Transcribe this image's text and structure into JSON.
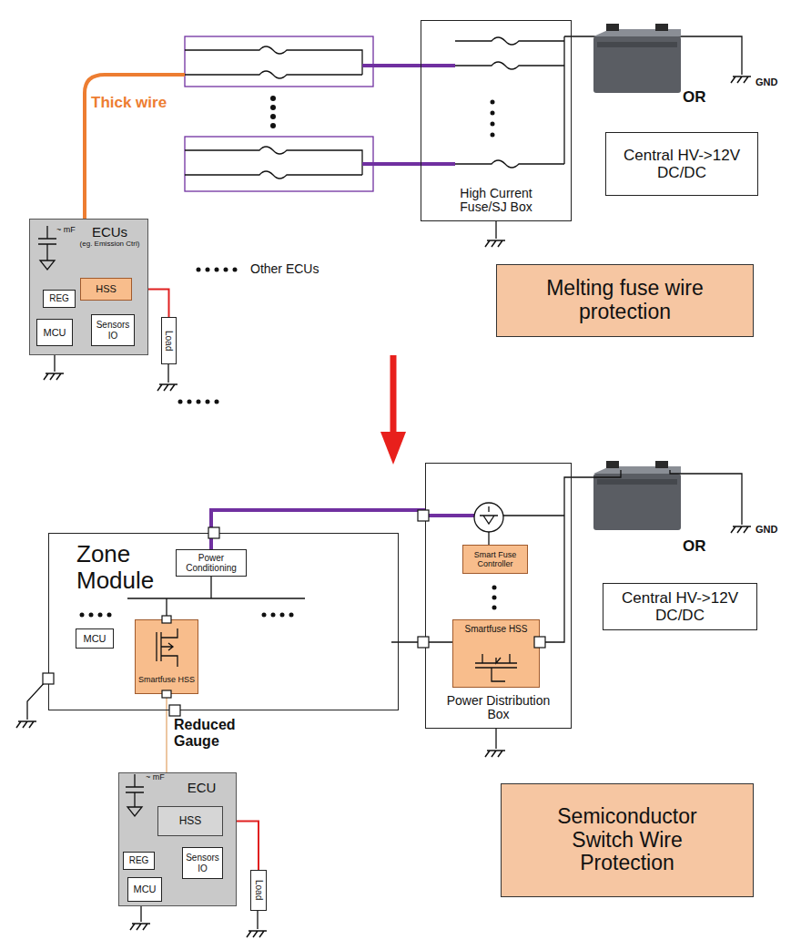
{
  "diagram": {
    "nodes": [
      {
        "text": [
          "High Current Fuse/SJ Box"
        ]
      },
      {
        "text": [
          "Central HV->12V DC/DC"
        ]
      },
      {
        "text": [
          "Melting fuse wire protection"
        ]
      },
      {
        "text": [
          "ECUs",
          "(eg. Emission Ctrl)"
        ]
      },
      {
        "text": [
          "REG"
        ],
        "in": 3
      },
      {
        "text": [
          "HSS"
        ],
        "in": 3
      },
      {
        "text": [
          "MCU"
        ],
        "in": 3
      },
      {
        "text": [
          "Sensors IO"
        ],
        "in": 3
      },
      {
        "text": [
          "Load"
        ]
      },
      {
        "text": [
          "Zone Module"
        ]
      },
      {
        "text": [
          "Power Conditioning"
        ],
        "in": 9
      },
      {
        "text": [
          "MCU"
        ],
        "in": 9
      },
      {
        "text": [
          "Smartfuse HSS"
        ],
        "in": 9
      },
      {
        "text": [
          "Power Distribution Box"
        ]
      },
      {
        "text": [
          "Smart Fuse Controller"
        ],
        "in": 13
      },
      {
        "text": [
          "Smartfuse HSS"
        ],
        "in": 13
      },
      {
        "text": [
          "Central HV->12V DC/DC"
        ]
      },
      {
        "text": [
          "Semiconductor Switch Wire Protection"
        ]
      },
      {
        "text": [
          "ECU"
        ]
      },
      {
        "text": [
          "REG"
        ],
        "in": 18
      },
      {
        "text": [
          "HSS"
        ],
        "in": 18
      },
      {
        "text": [
          "MCU"
        ],
        "in": 18
      },
      {
        "text": [
          "Sensors IO"
        ],
        "in": 18
      },
      {
        "text": [
          "Load"
        ]
      }
    ],
    "edges": [
      {
        "from": 5,
        "to": 8,
        "arrow": "none"
      },
      {
        "from": 13,
        "to": 10,
        "arrow": "none"
      },
      {
        "from": 12,
        "to": 18,
        "label": "Reduced Gauge",
        "arrow": "none"
      },
      {
        "from": 20,
        "to": 23,
        "arrow": "none"
      }
    ],
    "labels": [
      "Thick wire",
      "~ mF",
      "Other ECUs",
      "GND",
      "OR",
      "~ mF",
      "GND",
      "OR"
    ]
  }
}
